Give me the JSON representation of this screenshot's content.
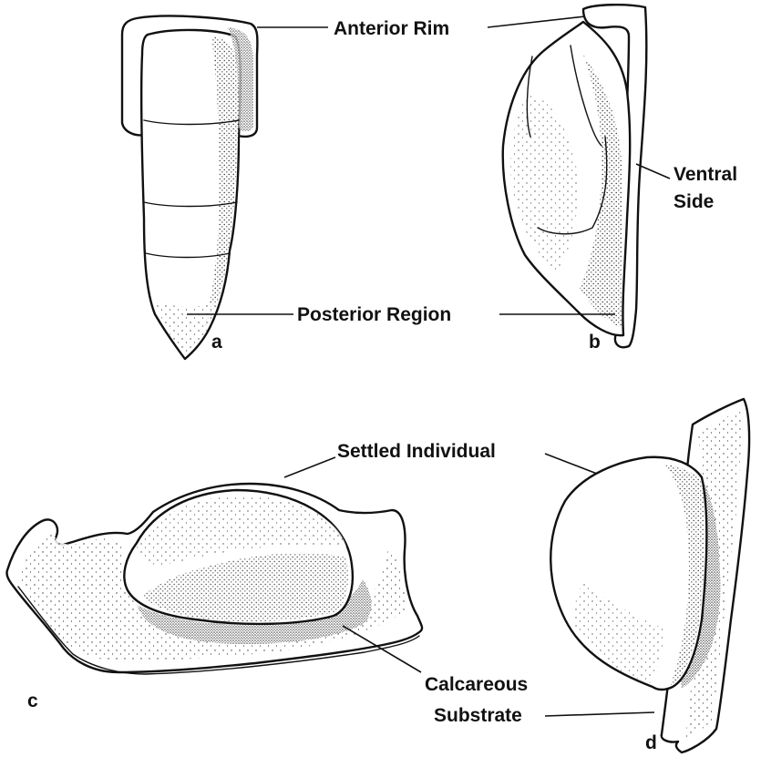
{
  "labels": {
    "anterior_rim": "Anterior Rim",
    "ventral": "Ventral",
    "side": "Side",
    "posterior_region": "Posterior Region",
    "settled_individual": "Settled Individual",
    "calcareous": "Calcareous",
    "substrate": "Substrate"
  },
  "panels": {
    "a": "a",
    "b": "b",
    "c": "c",
    "d": "d"
  }
}
